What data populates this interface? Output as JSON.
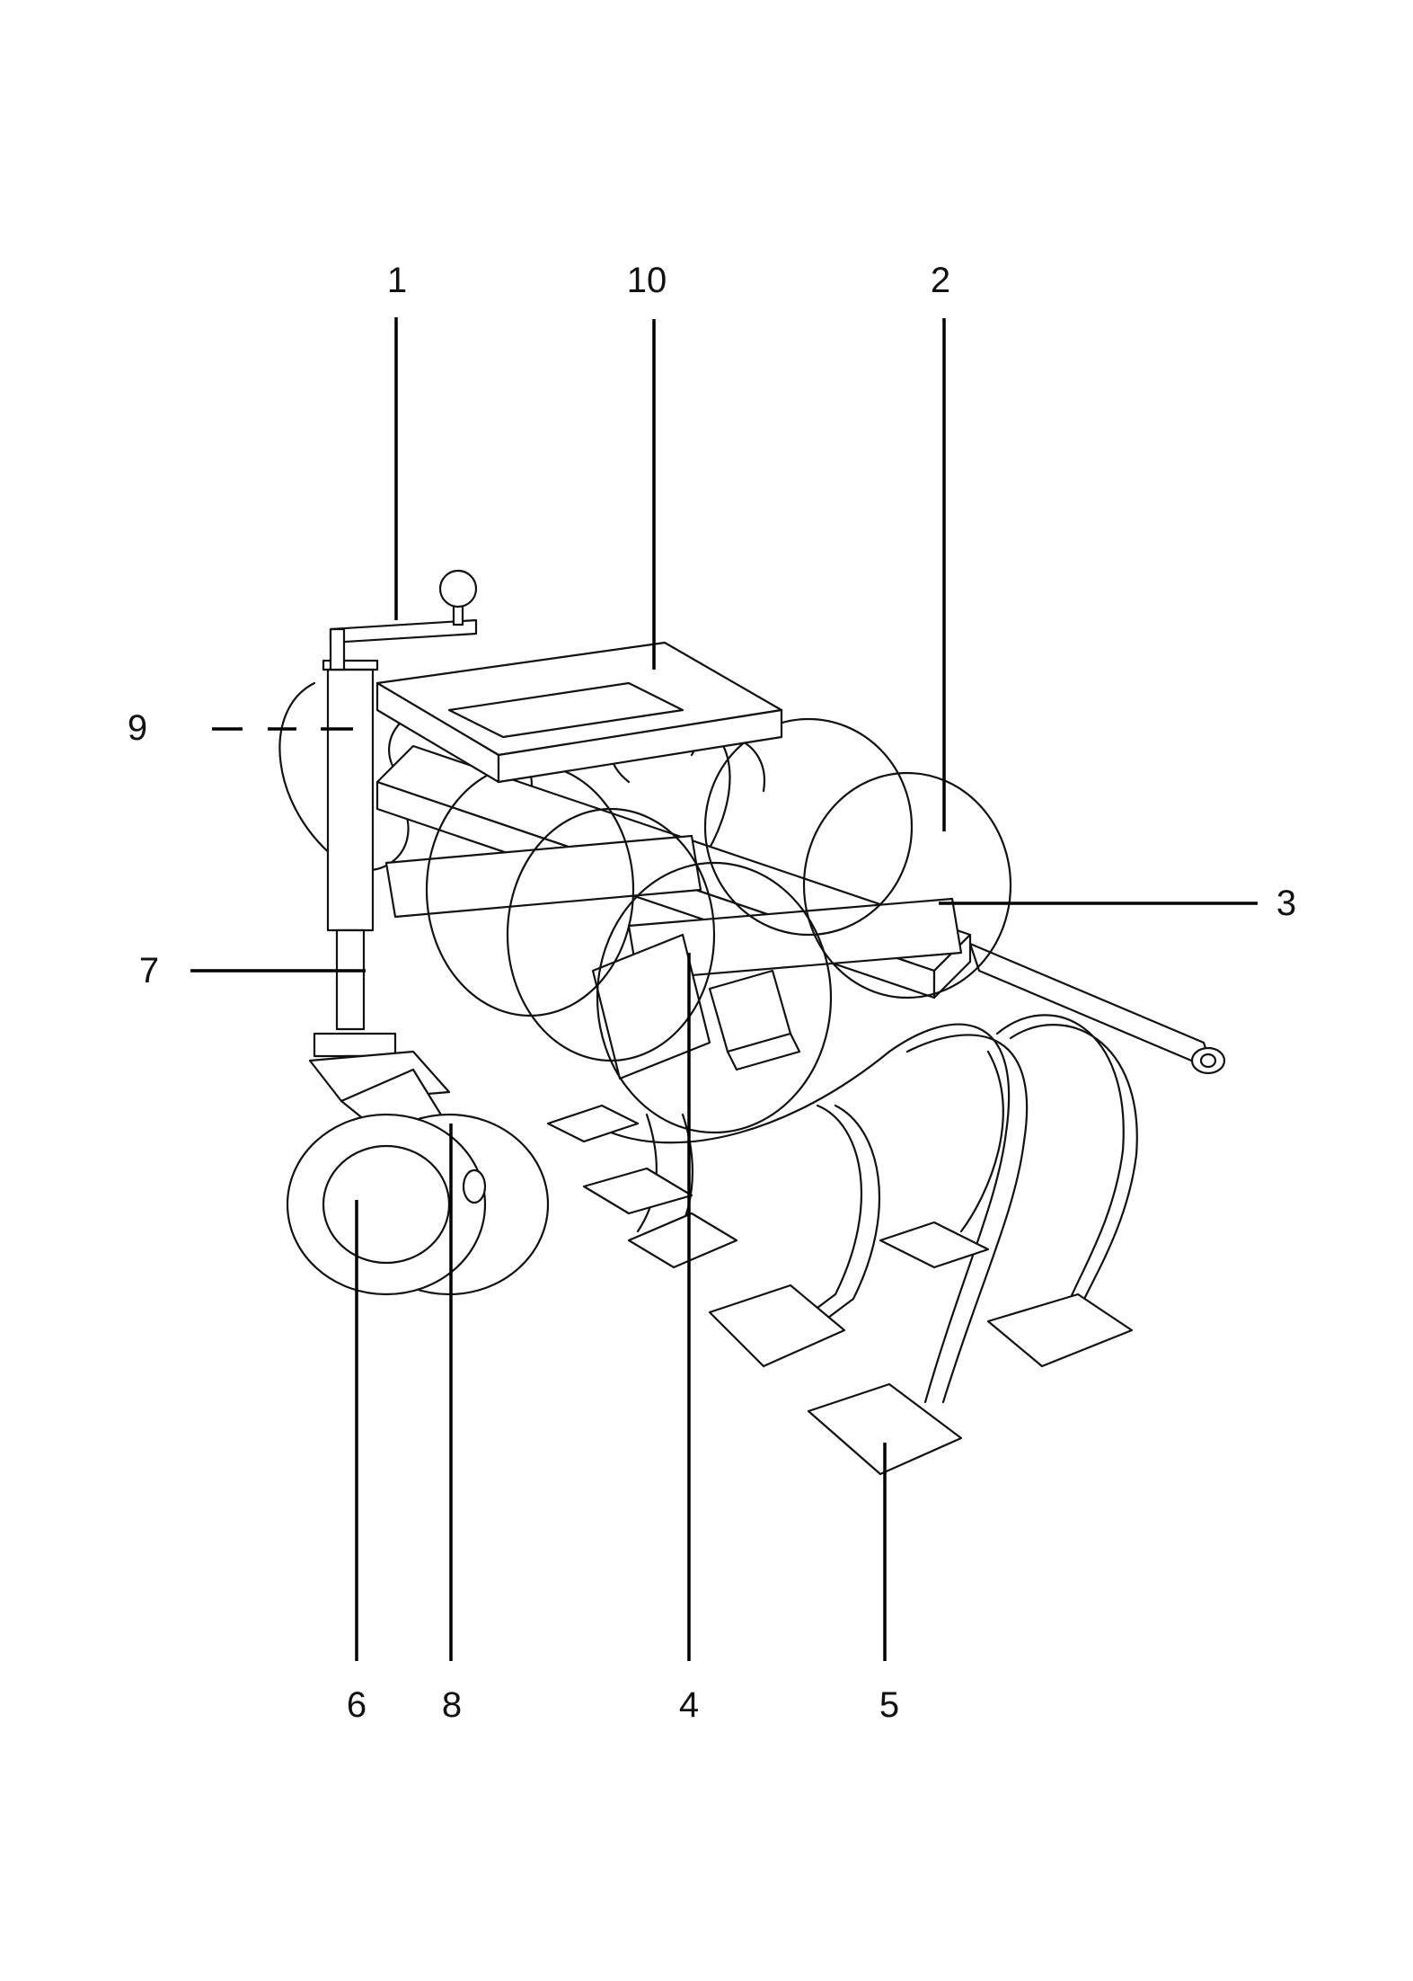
{
  "figure": {
    "type": "technical-parts-diagram",
    "subject": "spring-tine cultivator with support wheel",
    "line_color": "#111111",
    "background_color": "#ffffff"
  },
  "callouts": [
    {
      "id": "1",
      "label": "1"
    },
    {
      "id": "2",
      "label": "2"
    },
    {
      "id": "3",
      "label": "3"
    },
    {
      "id": "4",
      "label": "4"
    },
    {
      "id": "5",
      "label": "5"
    },
    {
      "id": "6",
      "label": "6"
    },
    {
      "id": "7",
      "label": "7"
    },
    {
      "id": "8",
      "label": "8"
    },
    {
      "id": "9",
      "label": "9"
    },
    {
      "id": "10",
      "label": "10"
    }
  ]
}
